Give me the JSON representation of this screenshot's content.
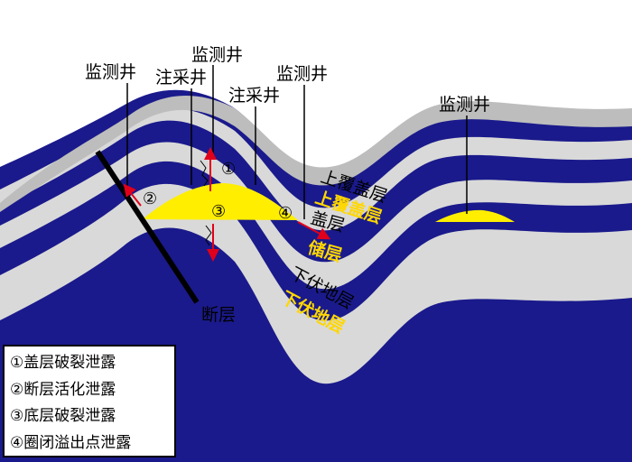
{
  "labels": {
    "monitor_well_1": "监测井",
    "monitor_well_2": "监测井",
    "monitor_well_3": "监测井",
    "monitor_well_4": "监测井",
    "injection_well_1": "注采井",
    "injection_well_2": "注采井",
    "overburden_1": "上覆盖层",
    "overburden_2": "上覆盖层",
    "caprock": "盖层",
    "reservoir": "储层",
    "underlying_1": "下伏地层",
    "underlying_2": "下伏地层",
    "fault": "断层",
    "marker_1": "①",
    "marker_2": "②",
    "marker_3": "③",
    "marker_4": "④"
  },
  "legend": [
    "①盖层破裂泄露",
    "②断层活化泄露",
    "③底层破裂泄露",
    "④圈闭溢出点泄露"
  ],
  "colors": {
    "navy": "#1a1a8c",
    "light_gray": "#d9d9d9",
    "gray": "#bdbdbd",
    "gas": "#ffee00",
    "yellow_text": "#ffd700",
    "arrow": "#e0001b"
  }
}
